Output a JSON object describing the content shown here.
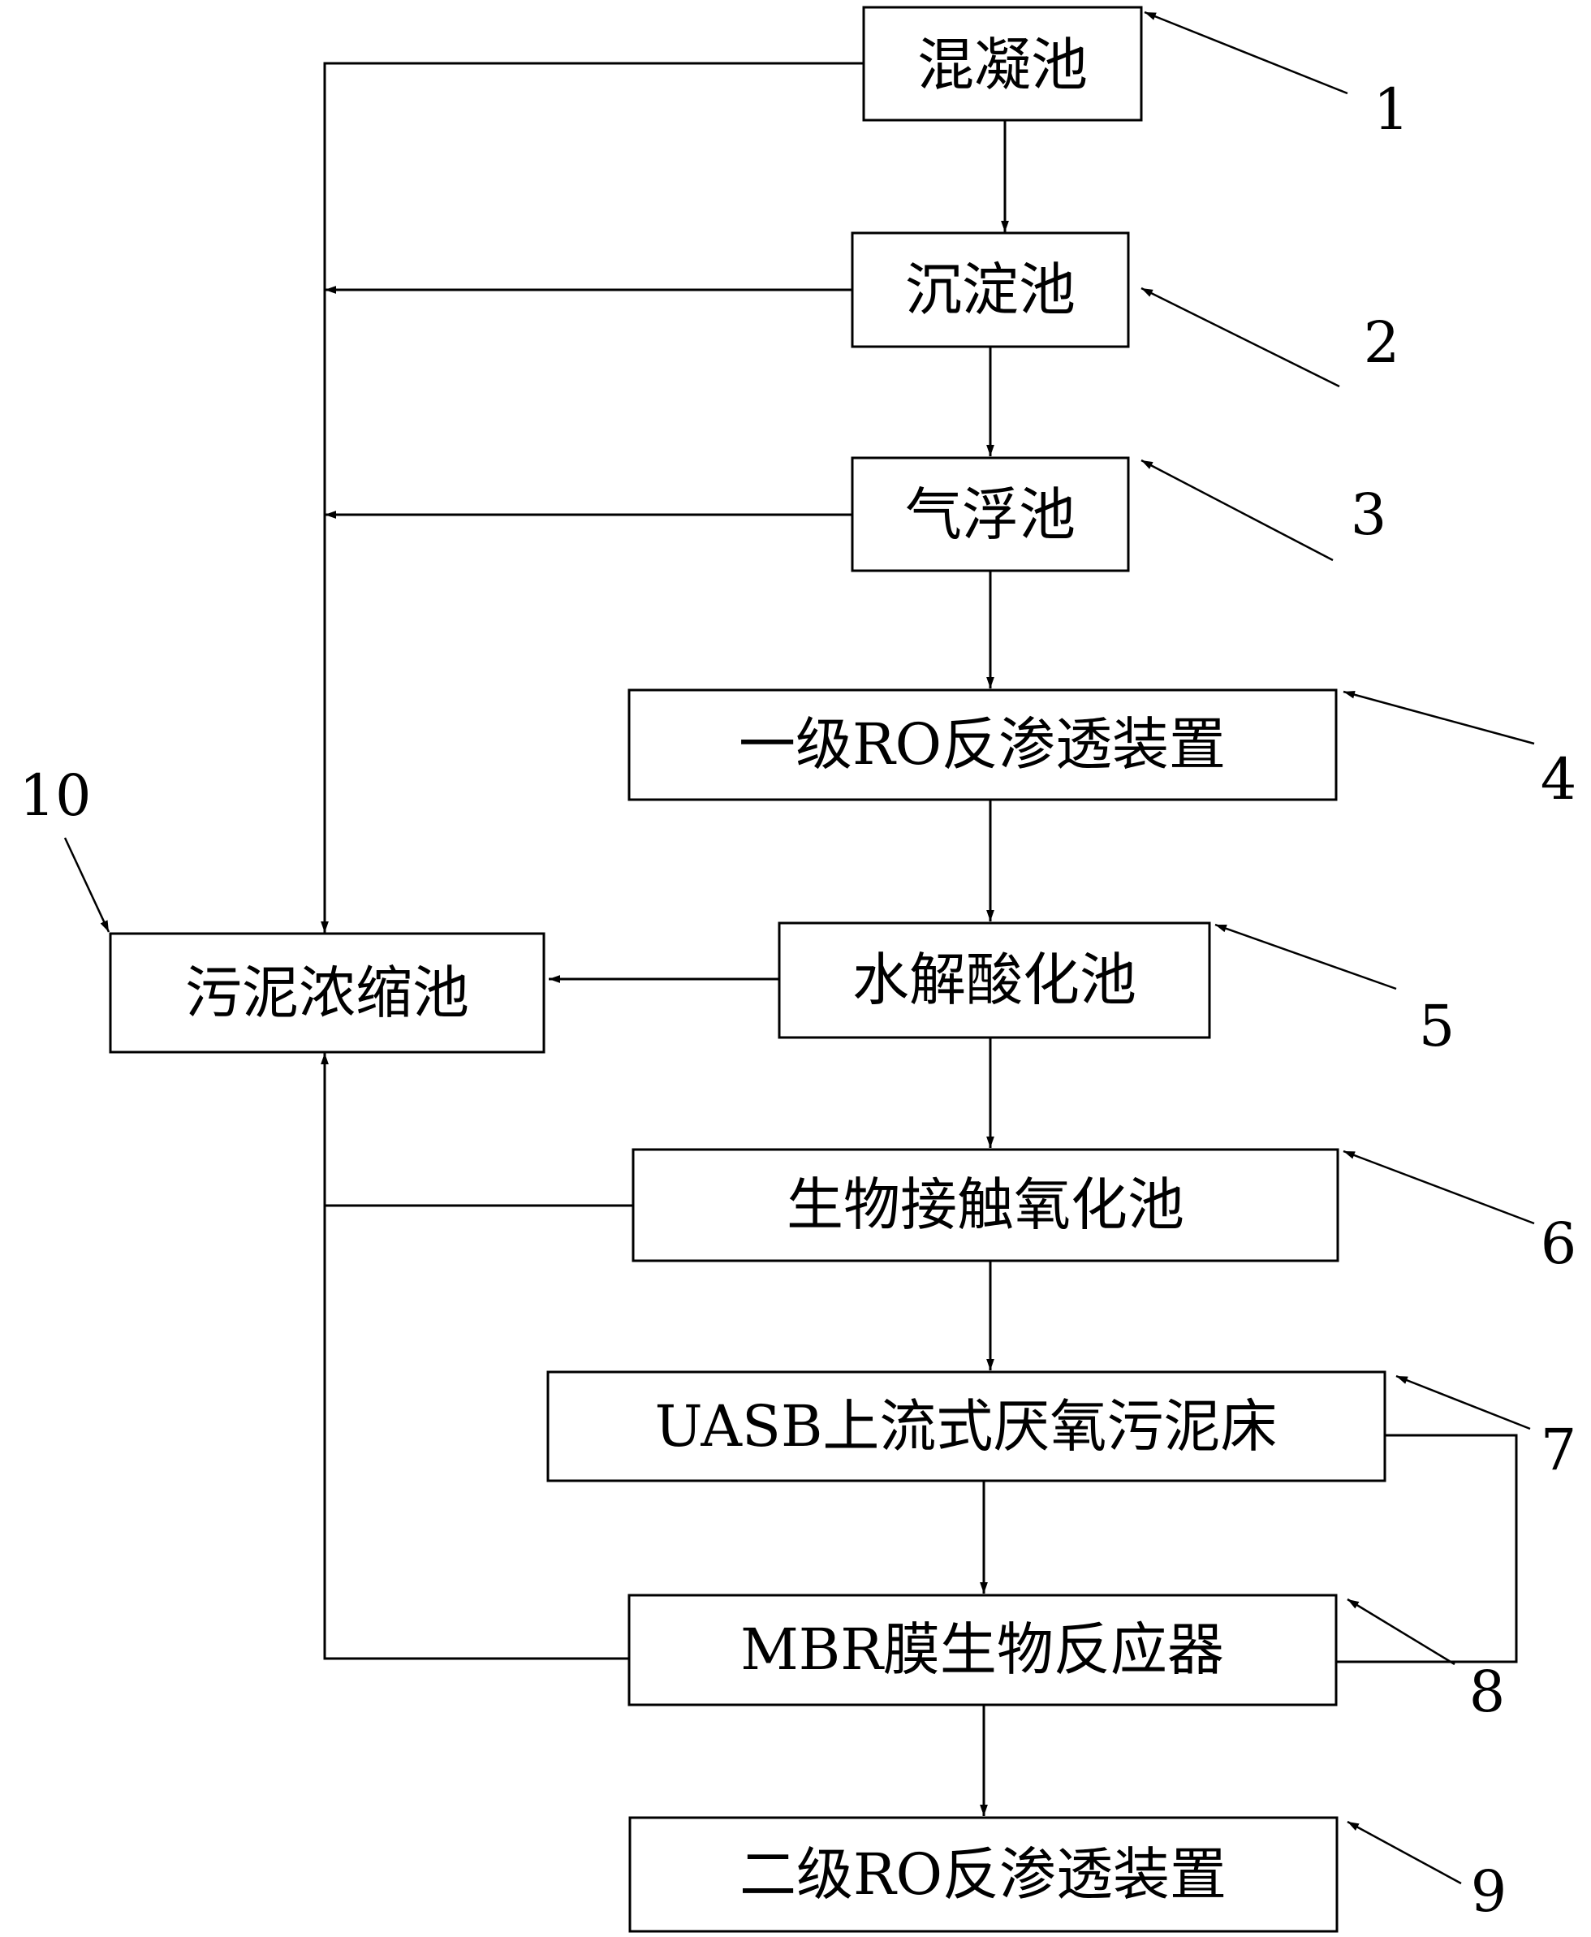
{
  "diagram": {
    "boxes": [
      {
        "label": "混凝池",
        "number": "1"
      },
      {
        "label": "沉淀池",
        "number": "2"
      },
      {
        "label": "气浮池",
        "number": "3"
      },
      {
        "label": "一级RO反渗透装置",
        "number": "4"
      },
      {
        "label": "水解酸化池",
        "number": "5"
      },
      {
        "label": "生物接触氧化池",
        "number": "6"
      },
      {
        "label": "UASB上流式厌氧污泥床",
        "number": "7"
      },
      {
        "label": "MBR膜生物反应器",
        "number": "8"
      },
      {
        "label": "二级RO反渗透装置",
        "number": "9"
      },
      {
        "label": "污泥浓缩池",
        "number": "10"
      }
    ]
  }
}
